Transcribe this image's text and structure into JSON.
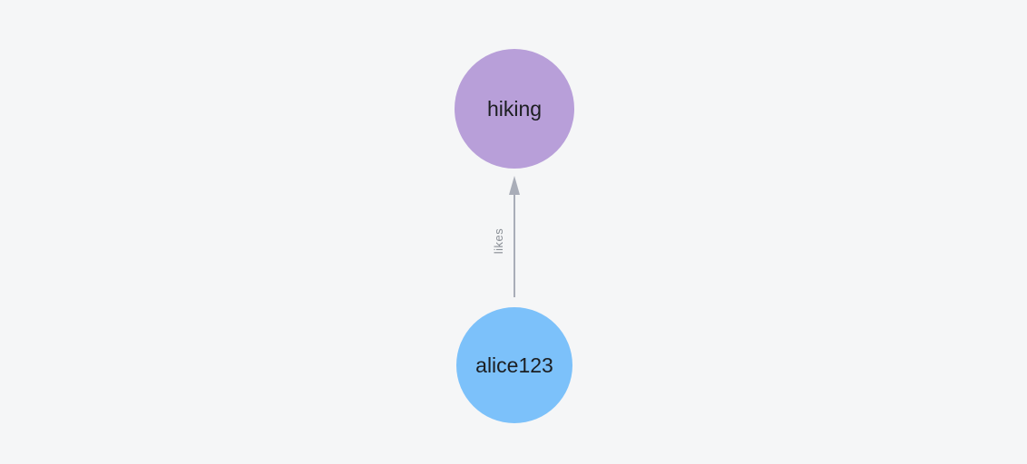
{
  "canvas": {
    "background": "#f5f6f7"
  },
  "graph": {
    "nodes": [
      {
        "id": "hiking",
        "label": "hiking",
        "fill": "#b89fd9",
        "text_color": "#1c1e21"
      },
      {
        "id": "alice123",
        "label": "alice123",
        "fill": "#7cc1fa",
        "text_color": "#1c1e21"
      }
    ],
    "edges": [
      {
        "from": "alice123",
        "to": "hiking",
        "label": "likes",
        "color": "#a9adb8",
        "label_color": "#8a8f96"
      }
    ]
  }
}
